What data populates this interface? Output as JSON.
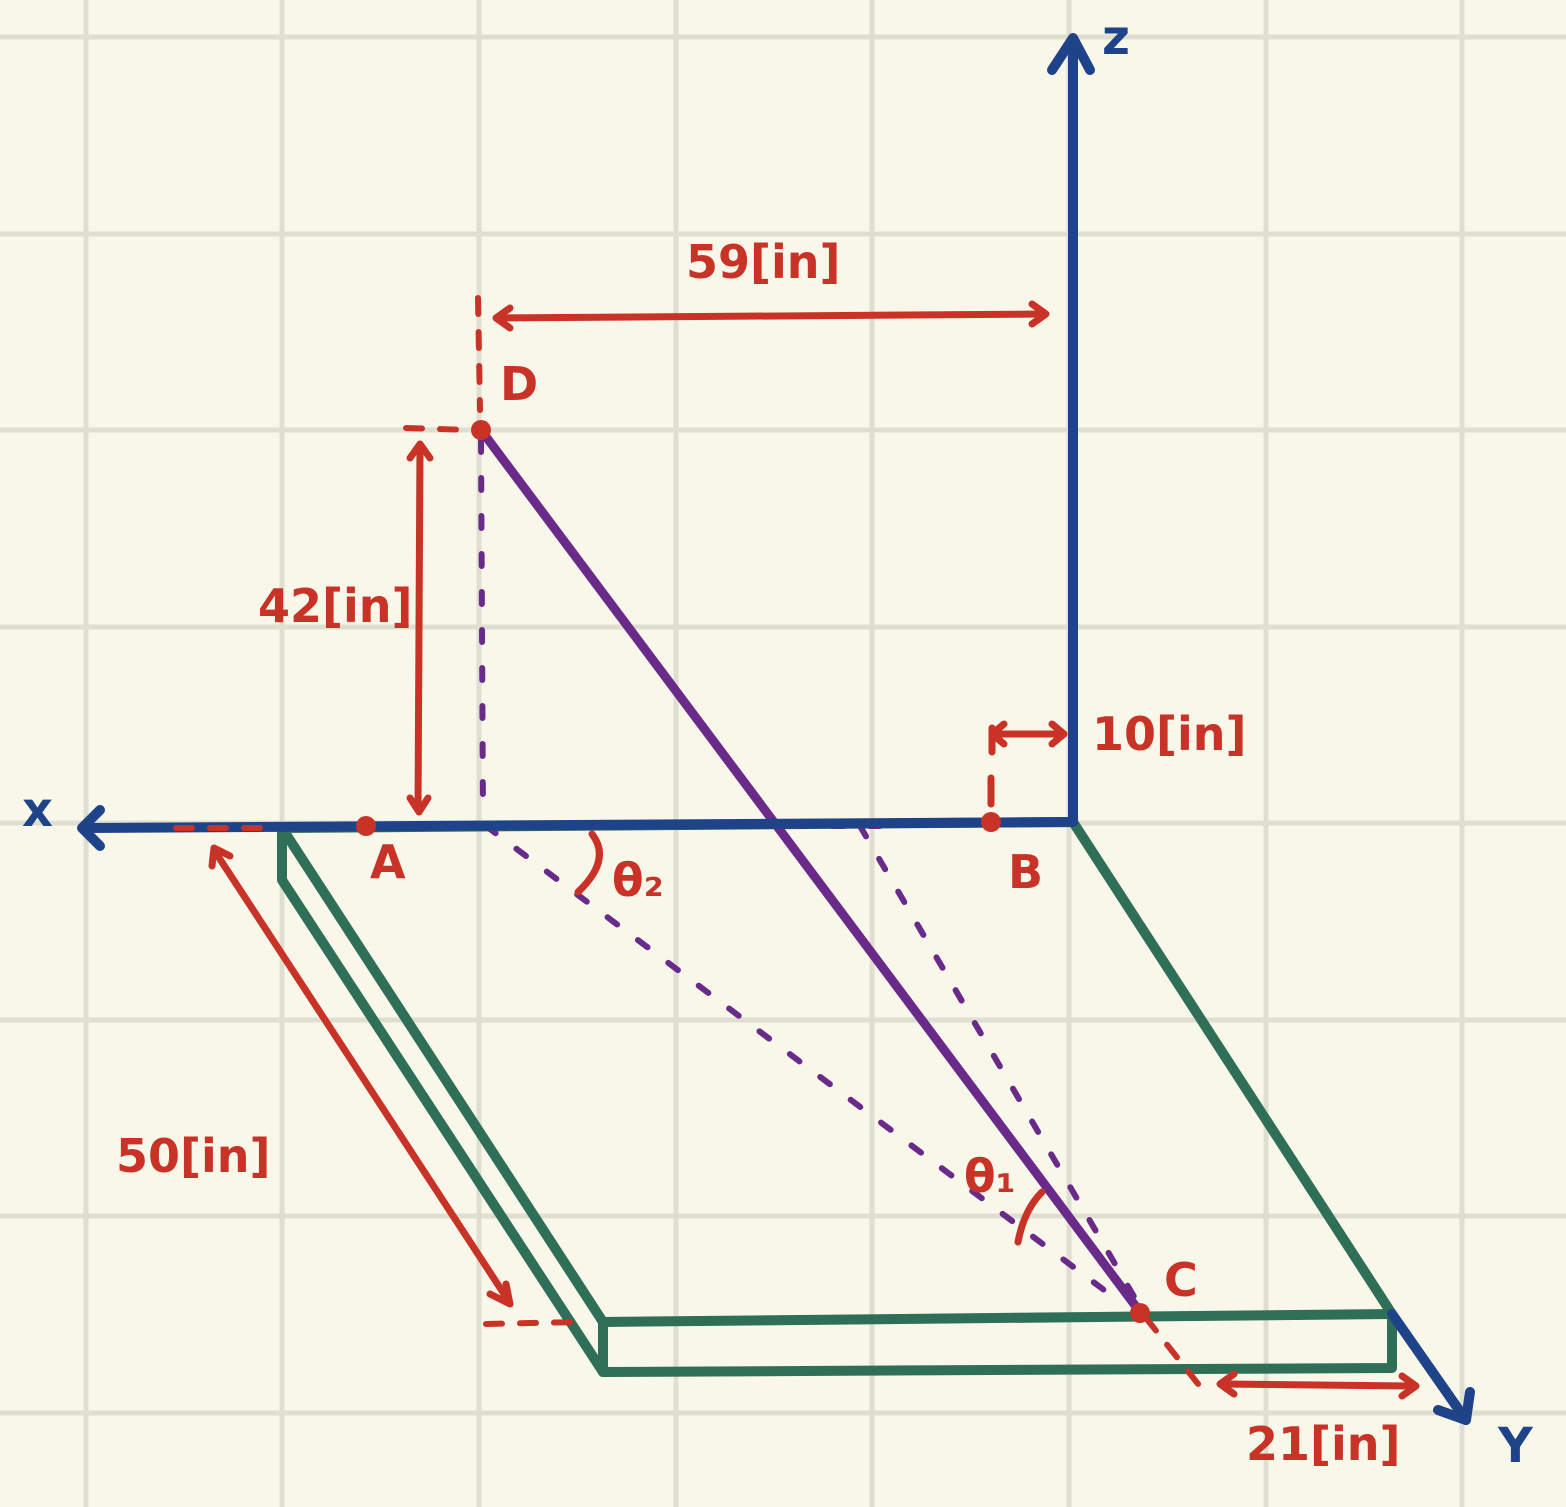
{
  "labels": {
    "x_axis": "x",
    "y_axis": "Y",
    "z_axis": "z",
    "point_a": "A",
    "point_b": "B",
    "point_c": "C",
    "point_d": "D",
    "theta_1": "θ₁",
    "theta_2": "θ₂"
  },
  "dimensions": {
    "d_to_z": "59[in]",
    "d_height": "42[in]",
    "b_offset": "10[in]",
    "plate_depth": "50[in]",
    "c_offset": "21[in]"
  },
  "colors": {
    "background": "#f8f7ea",
    "grid": "#dedfd1",
    "axes": "#1e4388",
    "plate": "#2f6e57",
    "cable": "#6a2a8a",
    "annotation": "#c93226"
  }
}
